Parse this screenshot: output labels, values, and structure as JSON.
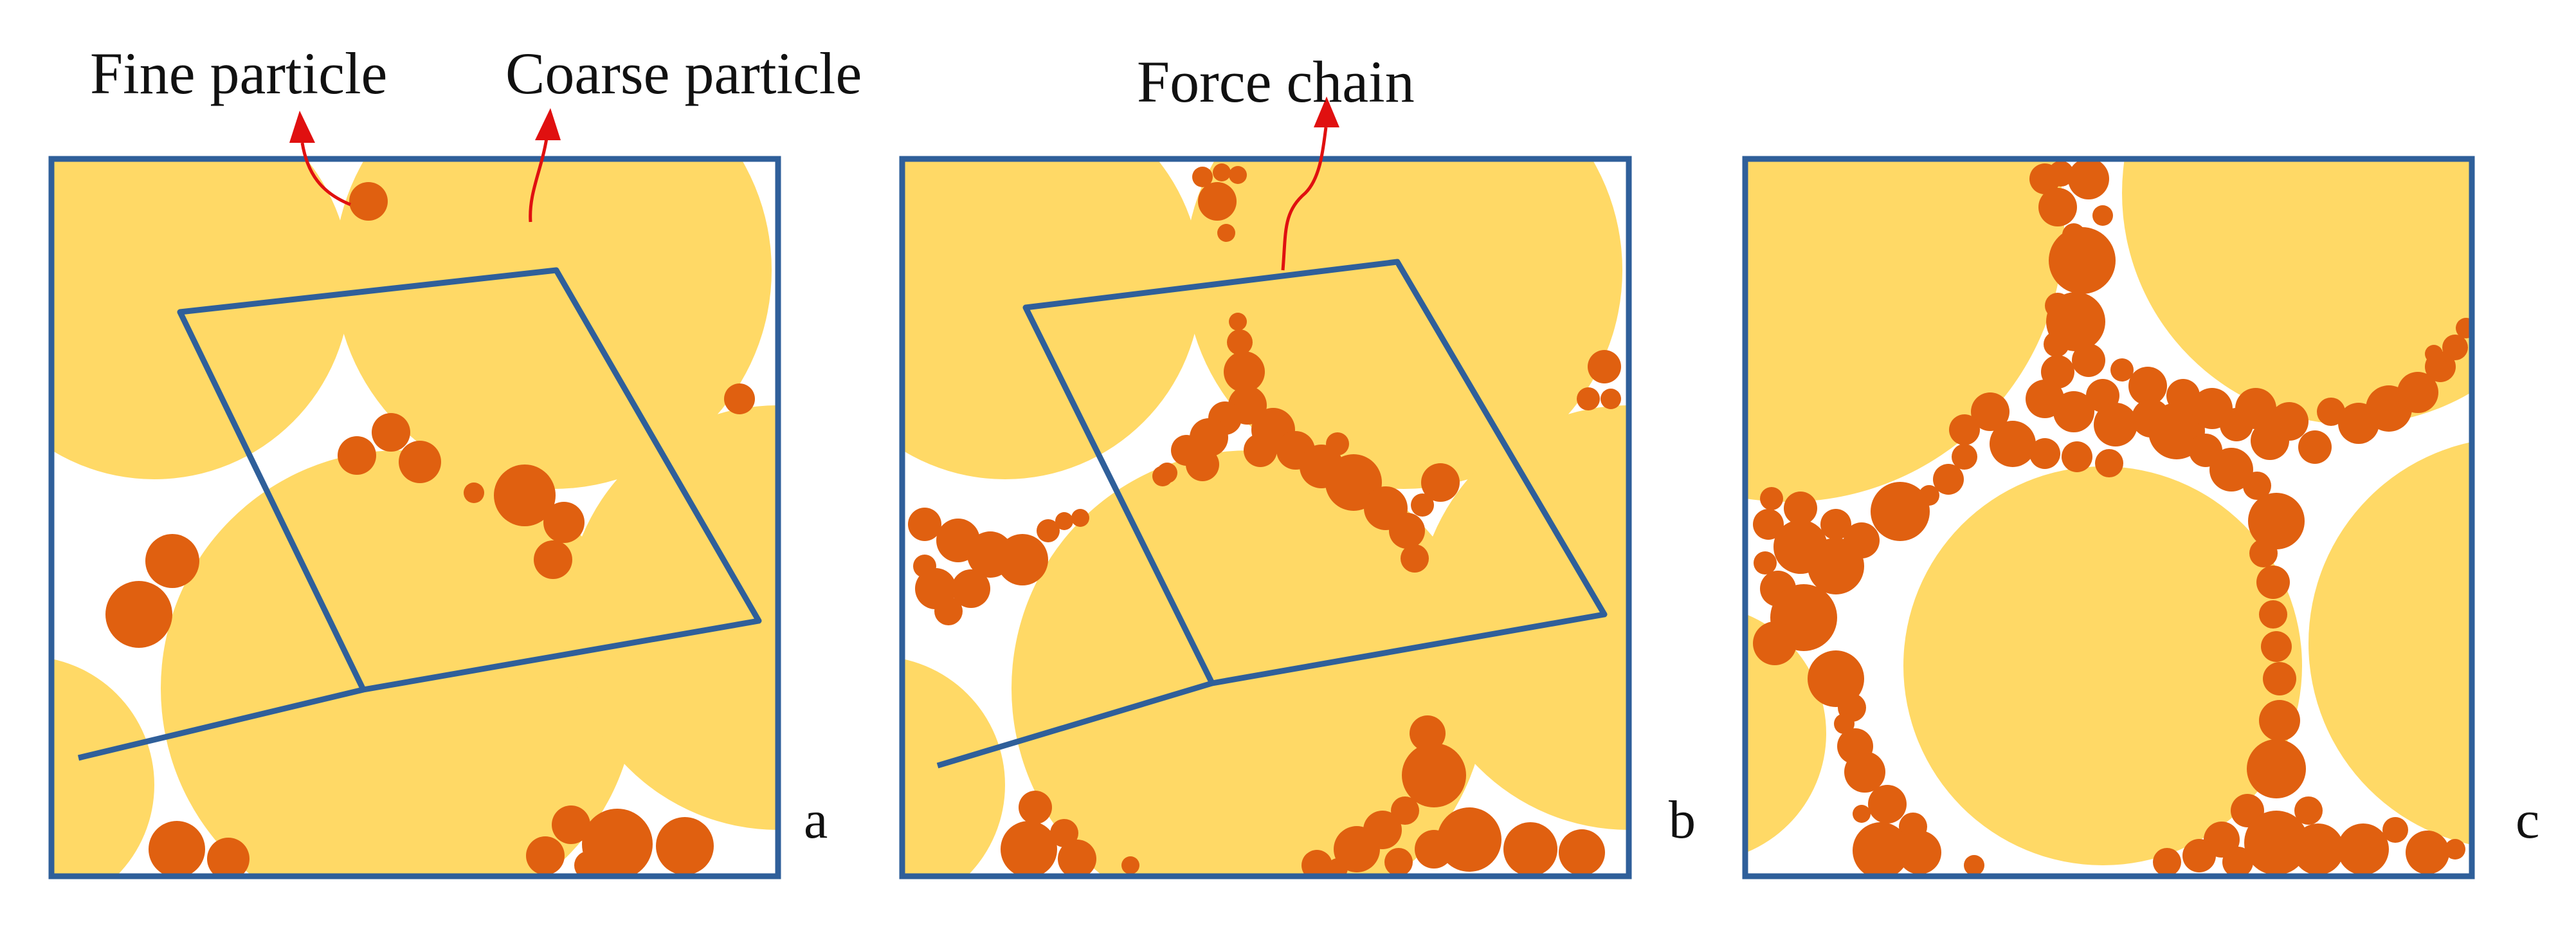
{
  "labels": {
    "fine_particle": "Fine particle",
    "coarse_particle": "Coarse particle",
    "force_chain": "Force chain"
  },
  "panels": [
    {
      "letter": "a"
    },
    {
      "letter": "b"
    },
    {
      "letter": "c"
    }
  ],
  "colors": {
    "coarse": "#FFD966",
    "fine": "#E06010",
    "frame": "#2F5F9A",
    "arrow": "#E01010"
  }
}
